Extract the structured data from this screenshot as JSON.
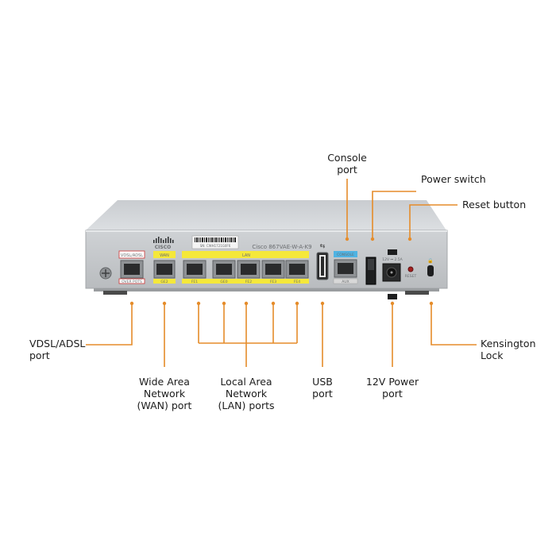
{
  "device": {
    "model_text": "Cisco 867VAE-W-A-K9",
    "brand_text": "CISCO",
    "serial_text": "SN: CWH1721G0F6",
    "port_labels": {
      "vdsl": "VDSL/ADSL",
      "over_pots": "OVER POTS",
      "wan": "WAN",
      "ge2": "GE2",
      "lan": "LAN",
      "fe1": "FE1",
      "ge0": "GE0",
      "fe2": "FE2",
      "fe3": "FE3",
      "fe4": "FE4",
      "console": "CONSOLE",
      "aux": "AUX",
      "power_rating": "12V ⎓ 2.5A",
      "reset": "RESET"
    }
  },
  "callouts": {
    "console": [
      "Console",
      "port"
    ],
    "power_switch": [
      "Power switch"
    ],
    "reset": [
      "Reset button"
    ],
    "vdsl": [
      "VDSL/ADSL",
      "port"
    ],
    "wan": [
      "Wide Area",
      "Network",
      "(WAN) port"
    ],
    "lan": [
      "Local Area",
      "Network",
      "(LAN) ports"
    ],
    "usb": [
      "USB",
      "port"
    ],
    "power": [
      "12V Power",
      "port"
    ],
    "kensington": [
      "Kensington",
      "Lock"
    ]
  },
  "colors": {
    "leader_line": "#e58c2a",
    "chassis_face": "#c3c6c9",
    "chassis_top": "#d4d7da",
    "label_text": "#1c1c1c",
    "port_band_yellow": "#f5e83a",
    "console_band_blue": "#4fb3e3"
  }
}
